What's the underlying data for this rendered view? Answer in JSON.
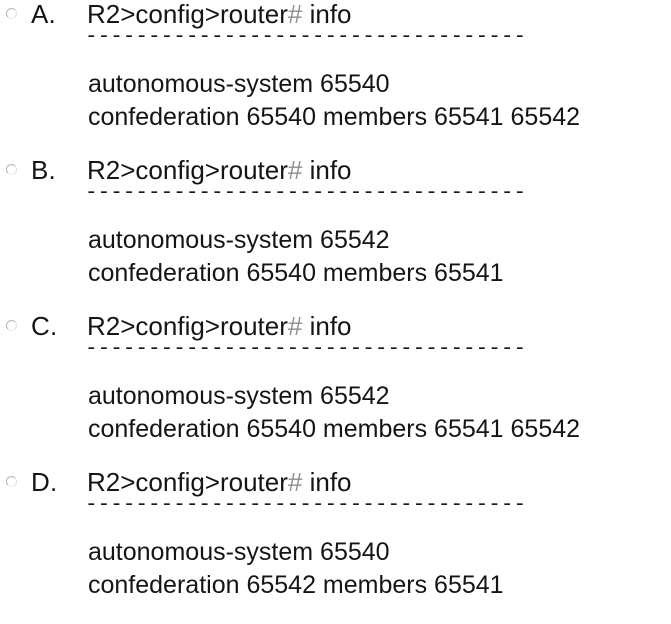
{
  "question": {
    "type": "multiple-choice",
    "background_color": "#ffffff",
    "text_color": "#151515",
    "divider_glyph": "-",
    "divider_repeat": 44,
    "options": [
      {
        "id": "A",
        "letter_label": "A.",
        "selected": false,
        "radio_state": "unselected",
        "prompt_prefix": "R2>config>router",
        "prompt_hash": "#",
        "prompt_suffix": " info",
        "divider": "------------------------------------------",
        "line1": "autonomous-system 65540",
        "line2": "confederation 65540 members 65541 65542"
      },
      {
        "id": "B",
        "letter_label": "B.",
        "selected": false,
        "radio_state": "unselected",
        "prompt_prefix": "R2>config>router",
        "prompt_hash": "#",
        "prompt_suffix": " info",
        "divider": "------------------------------------------",
        "line1": "autonomous-system 65542",
        "line2": "confederation 65540 members 65541"
      },
      {
        "id": "C",
        "letter_label": "C.",
        "selected": false,
        "radio_state": "unselected",
        "prompt_prefix": "R2>config>router",
        "prompt_hash": "#",
        "prompt_suffix": " info",
        "divider": "------------------------------------------",
        "line1": "autonomous-system 65542",
        "line2": "confederation 65540 members 65541 65542"
      },
      {
        "id": "D",
        "letter_label": "D.",
        "selected": false,
        "radio_state": "unselected",
        "prompt_prefix": "R2>config>router",
        "prompt_hash": "#",
        "prompt_suffix": " info",
        "divider": "------------------------------------------",
        "line1": "autonomous-system 65540",
        "line2": "confederation 65542 members 65541"
      }
    ]
  }
}
